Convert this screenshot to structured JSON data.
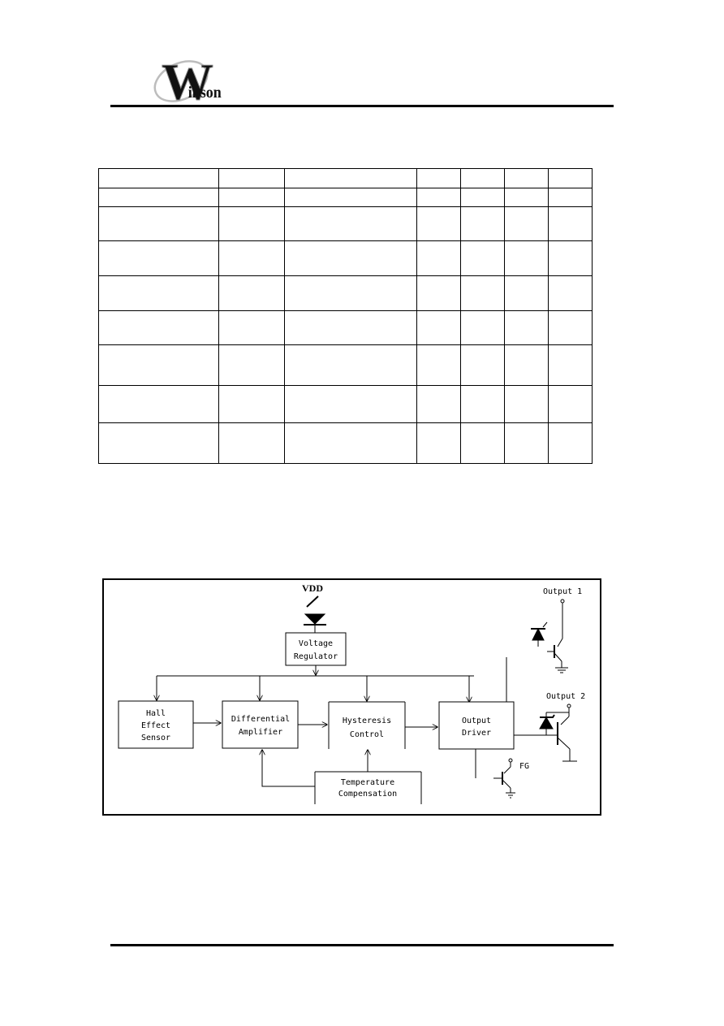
{
  "header": {
    "logo_text": "Winson",
    "logo_colors": {
      "fill": "#111111",
      "outline": "#bbbbbb"
    }
  },
  "spec_table": {
    "column_count": 7,
    "rows": [
      [
        "",
        "",
        "",
        "",
        "",
        "",
        ""
      ],
      [
        "",
        "",
        "",
        "",
        "",
        "",
        ""
      ],
      [
        "",
        "",
        "",
        "",
        "",
        "",
        ""
      ],
      [
        "",
        "",
        "",
        "",
        "",
        "",
        ""
      ],
      [
        "",
        "",
        "",
        "",
        "",
        "",
        ""
      ],
      [
        "",
        "",
        "",
        "",
        "",
        "",
        ""
      ],
      [
        "",
        "",
        "",
        "",
        "",
        "",
        ""
      ],
      [
        "",
        "",
        "",
        "",
        "",
        "",
        ""
      ],
      [
        "",
        "",
        "",
        "",
        "",
        "",
        ""
      ]
    ]
  },
  "block_diagram": {
    "supply_label": "VDD",
    "blocks": {
      "regulator": [
        "Voltage",
        "Regulator"
      ],
      "hall": [
        "Hall",
        "Effect",
        "Sensor"
      ],
      "amplifier": [
        "Differential",
        "Amplifier"
      ],
      "hysteresis": [
        "Hysteresis",
        "Control"
      ],
      "driver": [
        "Output",
        "Driver"
      ],
      "temperature": [
        "Temperature",
        "Compensation"
      ]
    },
    "outputs": {
      "output1": "Output 1",
      "output2": "Output 2",
      "fg": "FG"
    }
  }
}
